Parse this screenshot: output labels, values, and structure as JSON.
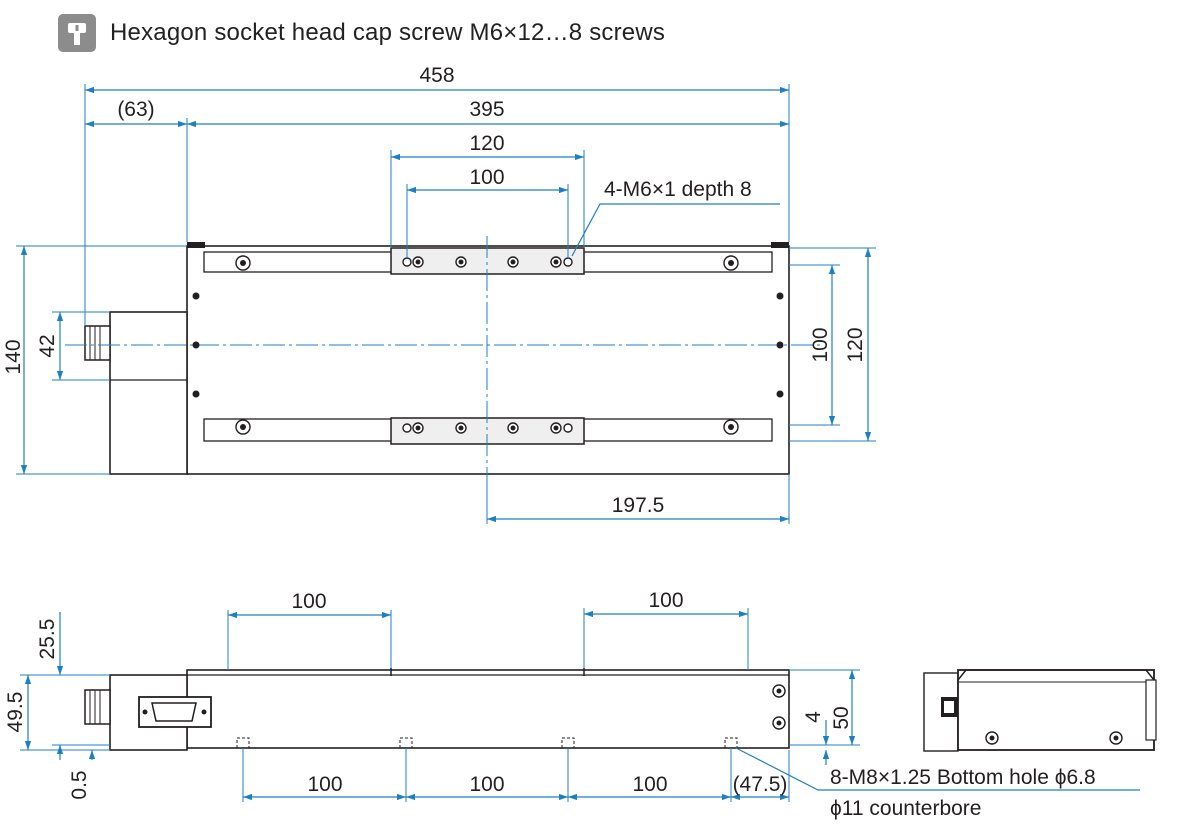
{
  "header": {
    "icon": "screw-icon",
    "title": "Hexagon socket head cap screw M6×12…8 screws"
  },
  "top_view": {
    "overall_length": "458",
    "motor_offset": "(63)",
    "body_length": "395",
    "carriage_length": "120",
    "carriage_hole_pitch": "100",
    "carriage_thread_note": "4-M6×1 depth 8",
    "overall_width": "140",
    "connector_width": "42",
    "hole_pitch_width": "100",
    "rail_width": "120",
    "center_offset": "197.5"
  },
  "side_view": {
    "top_hole_pitch_left": "100",
    "top_hole_pitch_right": "100",
    "height_upper": "25.5",
    "height_total": "49.5",
    "base_gap": "0.5",
    "base_offset": "4",
    "height_right": "50",
    "bottom_pitch_1": "100",
    "bottom_pitch_2": "100",
    "bottom_pitch_3": "100",
    "end_offset": "(47.5)",
    "bottom_hole_note_line1": "8-M8×1.25 Bottom hole ϕ6.8",
    "bottom_hole_note_line2": "ϕ11 counterbore"
  },
  "colors": {
    "dimension": "#1f7fc3",
    "outline": "#231f20",
    "carriage_fill": "#efefef",
    "body_fill": "#ffffff",
    "header_badge": "#8c8c8c"
  }
}
